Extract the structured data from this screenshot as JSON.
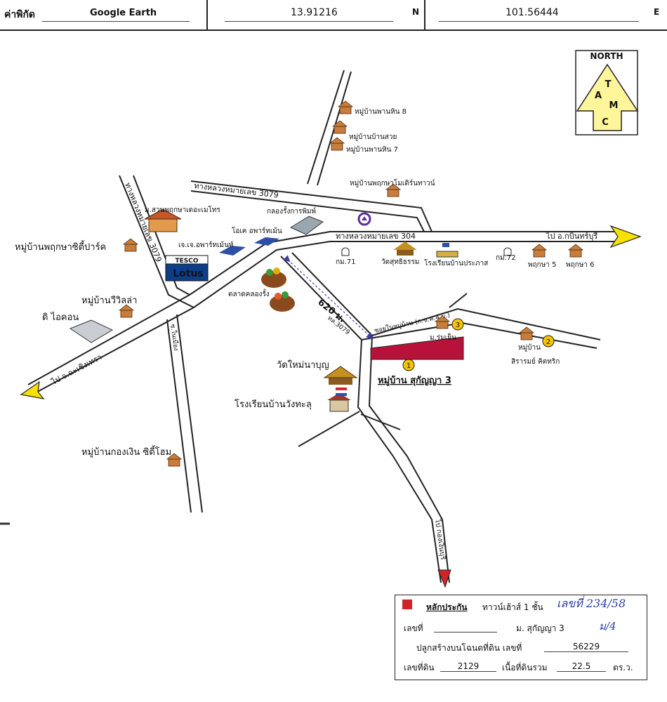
{
  "header": {
    "coord_label": "ค่าพิกัด",
    "source": "Google Earth",
    "latitude": "13.91216",
    "lat_dir": "N",
    "longitude": "101.56444",
    "lon_dir": "E"
  },
  "compass": {
    "title": "NORTH",
    "letters": [
      "T",
      "A",
      "M",
      "C"
    ]
  },
  "roads": {
    "r3079_top": "ทางหลวงหมายเลข 3079",
    "r304": "ทางหลวงหมายเลข 304",
    "r3079_vertical": "ทางหลวงหมายเลข 3079",
    "to_kabinburi": "ไป อ.กบินทร์บุรี",
    "to_chachoengsao": "ไป จ.ฉะเชิงเทรา",
    "distance": "620 ม.",
    "side_road_3079": "ทล.3079",
    "soi_label": "ซอยในหมู่บ้าน (ก.ข.ค.4 ม.)",
    "south_road": "ไป กองเงินบุรี",
    "small_road": "ซ.ในเมือง"
  },
  "places": {
    "phanhin8": "หมู่บ้านพานหิน 8",
    "bansuai": "หมู่บ้านบ้านสวย",
    "phanhin7": "หมู่บ้านพานหิน 7",
    "modern_town": "หมู่บ้านพฤกษาโมเดิร์นทาวน์",
    "metro": "ม.สวนพฤกษาเดอะเมโทร",
    "printing": "กลองรั้งการพิมพ์",
    "ok_apartment": "โอเค อพาร์ทเม้น",
    "jj_apartment": "เจ.เจ.อพาร์ทเม้นท์",
    "city_park": "หมู่บ้านพฤกษาซิตี้ปาร์ค",
    "tesco": "TESCO",
    "lotus": "Lotus",
    "km71": "กม.71",
    "wat_suthi": "วัดสุทธิธรรม",
    "school_prakas": "โรงเรียนบ้านประภาส",
    "km72": "กม.72",
    "pruksa5": "พฤกษา 5",
    "pruksa6": "พฤกษา 6",
    "market": "ตลาดคลองรั้ง",
    "villa": "หมู่บ้านวีวิลล่า",
    "icon": "ดิ ไอคอน",
    "rom_yen": "ม.ร่มเย็น",
    "sirarom": "หมู่บ้าน\nสิรารมย์ คิตทริก",
    "wat_mai": "วัดใหม่นาบุญ",
    "sukanya": "หมู่บ้าน สุกัญญา 3",
    "school_wang": "โรงเรียนบ้านวังทะลุ",
    "kongngoen": "หมู่บ้านกองเงิน ซิตี้โฮม",
    "num1": "1",
    "num2": "2",
    "num3": "3"
  },
  "legend": {
    "title": "หลักประกัน",
    "type": "ทาวน์เฮ้าส์ 1 ชั้น",
    "handwritten_no": "เลขที่ 234/58",
    "lot_label": "เลขที่",
    "lot_value": "",
    "village_label": "ม. สุกัญญา 3",
    "handwritten_moo": "ม/4",
    "deed_label": "ปลูกสร้างบนโฉนดที่ดิน เลขที่",
    "deed_value": "56229",
    "land_no_label": "เลขที่ดิน",
    "land_no_value": "2129",
    "area_label": "เนื้อที่ดินรวม",
    "area_value": "22.5",
    "area_unit": "ตร.ว.",
    "marker_color": "#d0232a"
  },
  "colors": {
    "road": "#222222",
    "arrow_yellow": "#f6e200",
    "compass_fill": "#fff59a",
    "plot_red": "#b9123a",
    "circle_orange": "#f3c400",
    "dist_red": "#a41a1a",
    "dashed_blue": "#3a3fa8"
  }
}
